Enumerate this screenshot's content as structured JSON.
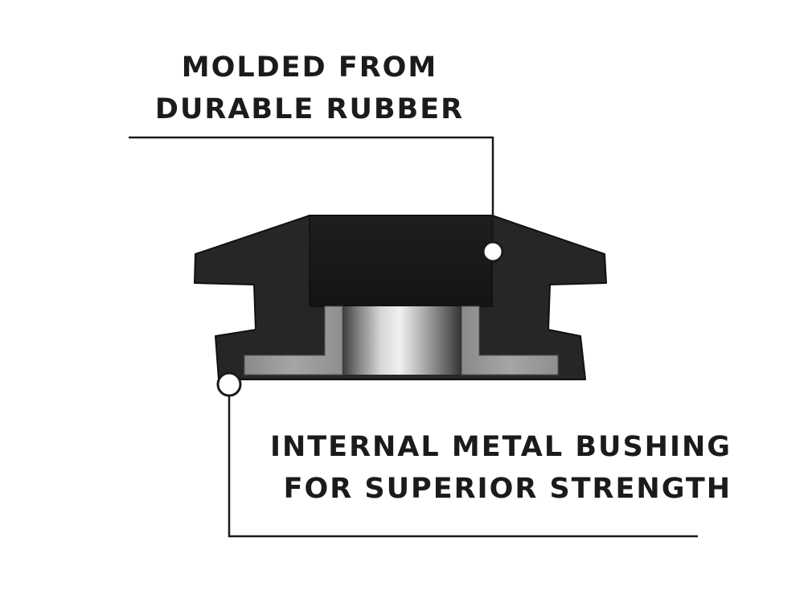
{
  "callouts": {
    "rubber": {
      "line1": "MOLDED FROM",
      "line2": "DURABLE RUBBER"
    },
    "bushing": {
      "line1": "INTERNAL METAL BUSHING",
      "line2": "FOR SUPERIOR STRENGTH"
    }
  },
  "colors": {
    "background": "#ffffff",
    "text": "#1b1b1b",
    "rubber": "#262626",
    "rubber_dark": "#1a1a1a",
    "metal_light": "#d6d6d6",
    "metal_mid": "#9a9a9a",
    "metal_dark": "#3c3c3c",
    "leader_line": "#1b1b1b",
    "marker_fill": "#ffffff"
  }
}
